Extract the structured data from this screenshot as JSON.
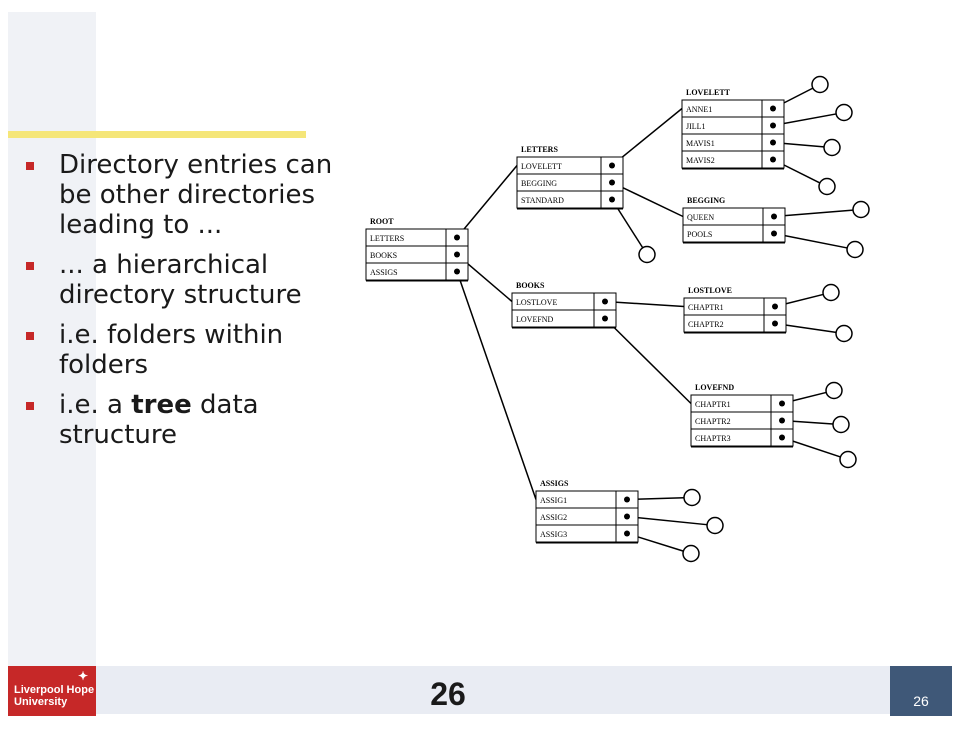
{
  "slide": {
    "bullets": [
      {
        "parts": [
          {
            "text": "Directory entries can be other directories leading to ..."
          }
        ]
      },
      {
        "parts": [
          {
            "text": "... a hierarchical directory structure"
          }
        ]
      },
      {
        "parts": [
          {
            "text": "i.e. folders within folders"
          }
        ]
      },
      {
        "parts": [
          {
            "text": "i.e. a "
          },
          {
            "text": "tree",
            "bold": true
          },
          {
            "text": " data structure"
          }
        ]
      }
    ],
    "page_number_center": "26",
    "page_number_corner": "26"
  },
  "logo": {
    "line1": "Liverpool Hope",
    "line2": "University",
    "color": "#c62828"
  },
  "colors": {
    "accent": "#f5e679",
    "bullet": "#c62828",
    "footer": "#e9ecf3",
    "corner_box": "#3f5878"
  },
  "directories": [
    {
      "id": "root",
      "title": "ROOT",
      "entries": [
        "LETTERS",
        "BOOKS",
        "ASSIGS"
      ]
    },
    {
      "id": "letters",
      "title": "LETTERS",
      "entries": [
        "LOVELETT",
        "BEGGING",
        "STANDARD"
      ]
    },
    {
      "id": "books",
      "title": "BOOKS",
      "entries": [
        "LOSTLOVE",
        "LOVEFND"
      ]
    },
    {
      "id": "assigs",
      "title": "ASSIGS",
      "entries": [
        "ASSIG1",
        "ASSIG2",
        "ASSIG3"
      ]
    },
    {
      "id": "lovelett",
      "title": "LOVELETT",
      "entries": [
        "ANNE1",
        "JILL1",
        "MAVIS1",
        "MAVIS2"
      ]
    },
    {
      "id": "begging",
      "title": "BEGGING",
      "entries": [
        "QUEEN",
        "POOLS"
      ]
    },
    {
      "id": "lostlove",
      "title": "LOSTLOVE",
      "entries": [
        "CHAPTR1",
        "CHAPTR2"
      ]
    },
    {
      "id": "lovefnd",
      "title": "LOVEFND",
      "entries": [
        "CHAPTR1",
        "CHAPTR2",
        "CHAPTR3"
      ]
    }
  ],
  "links": [
    {
      "from": "root",
      "entry": 0,
      "to": "letters"
    },
    {
      "from": "root",
      "entry": 1,
      "to": "books"
    },
    {
      "from": "root",
      "entry": 2,
      "to": "assigs"
    },
    {
      "from": "letters",
      "entry": 0,
      "to": "lovelett"
    },
    {
      "from": "letters",
      "entry": 1,
      "to": "begging"
    },
    {
      "from": "books",
      "entry": 0,
      "to": "lostlove"
    },
    {
      "from": "books",
      "entry": 1,
      "to": "lovefnd"
    }
  ],
  "file_leaves": [
    {
      "from": "letters",
      "entry": 2
    },
    {
      "from": "assigs",
      "entry": 0
    },
    {
      "from": "assigs",
      "entry": 1
    },
    {
      "from": "assigs",
      "entry": 2
    },
    {
      "from": "lovelett",
      "entry": 0
    },
    {
      "from": "lovelett",
      "entry": 1
    },
    {
      "from": "lovelett",
      "entry": 2
    },
    {
      "from": "lovelett",
      "entry": 3
    },
    {
      "from": "begging",
      "entry": 0
    },
    {
      "from": "begging",
      "entry": 1
    },
    {
      "from": "lostlove",
      "entry": 0
    },
    {
      "from": "lostlove",
      "entry": 1
    },
    {
      "from": "lovefnd",
      "entry": 0
    },
    {
      "from": "lovefnd",
      "entry": 1
    },
    {
      "from": "lovefnd",
      "entry": 2
    }
  ]
}
